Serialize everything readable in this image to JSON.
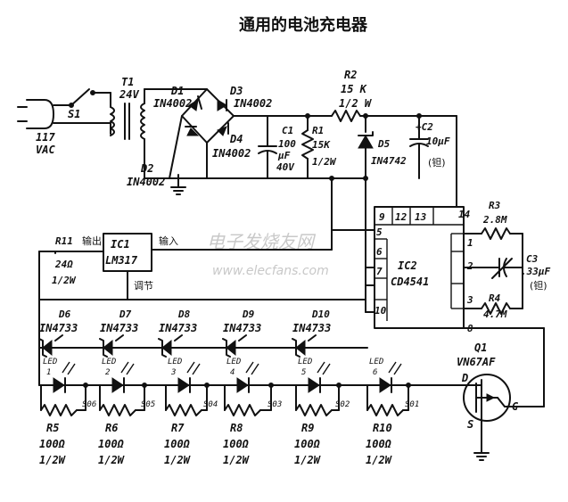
{
  "title": "通用的电池充电器",
  "watermark": {
    "cn": "电子发烧友网",
    "url": "www.elecfans.com"
  },
  "input": {
    "line1": "117",
    "line2": "VAC",
    "switch": "S1"
  },
  "transformer": {
    "name": "T1",
    "value": "24V"
  },
  "bridge": {
    "d1": "D1",
    "d1v": "IN4002",
    "d2": "D2",
    "d2v": "IN4002",
    "d3": "D3",
    "d3v": "IN4002",
    "d4": "D4",
    "d4v": "IN4002"
  },
  "c1": {
    "name": "C1",
    "v1": "100",
    "v2": "μF",
    "v3": "40V"
  },
  "r1": {
    "name": "R1",
    "v1": "15K",
    "v2": "1/2W"
  },
  "r2": {
    "name": "R2",
    "v1": "15 K",
    "v2": "1/2 W"
  },
  "d5": {
    "name": "D5",
    "value": "IN4742"
  },
  "c2": {
    "name": "+C2",
    "value": "10μF",
    "note": "(钽)"
  },
  "ic1": {
    "name": "IC1",
    "part": "LM317",
    "out": "输出",
    "in": "输入",
    "adj": "调节"
  },
  "r11": {
    "name": "R11",
    "v1": "24Ω",
    "v2": "1/2W"
  },
  "ic2": {
    "name": "IC2",
    "part": "CD4541",
    "pins_top": [
      "9",
      "12",
      "13",
      "14"
    ],
    "pins_left": [
      "5",
      "6",
      "7",
      "10"
    ],
    "pins_right": [
      "1",
      "2",
      "3"
    ],
    "pin_bottom": "8"
  },
  "r3": {
    "name": "R3",
    "value": "2.8M"
  },
  "r4": {
    "name": "R4",
    "value": "4.7M"
  },
  "c3": {
    "name": "C3",
    "value": ".33μF",
    "note": "(钽)"
  },
  "zeners": [
    {
      "name": "D6",
      "value": "IN4733"
    },
    {
      "name": "D7",
      "value": "IN4733"
    },
    {
      "name": "D8",
      "value": "IN4733"
    },
    {
      "name": "D9",
      "value": "IN4733"
    },
    {
      "name": "D10",
      "value": "IN4733"
    }
  ],
  "leds": [
    {
      "label": "LED",
      "num": "1"
    },
    {
      "label": "LED",
      "num": "2"
    },
    {
      "label": "LED",
      "num": "3"
    },
    {
      "label": "LED",
      "num": "4"
    },
    {
      "label": "LED",
      "num": "5"
    },
    {
      "label": "LED",
      "num": "6"
    }
  ],
  "selectors": [
    "S06",
    "S05",
    "S04",
    "S03",
    "S02",
    "S01"
  ],
  "resistors": [
    {
      "name": "R5",
      "v1": "100Ω",
      "v2": "1/2W"
    },
    {
      "name": "R6",
      "v1": "100Ω",
      "v2": "1/2W"
    },
    {
      "name": "R7",
      "v1": "100Ω",
      "v2": "1/2W"
    },
    {
      "name": "R8",
      "v1": "100Ω",
      "v2": "1/2W"
    },
    {
      "name": "R9",
      "v1": "100Ω",
      "v2": "1/2W"
    },
    {
      "name": "R10",
      "v1": "100Ω",
      "v2": "1/2W"
    }
  ],
  "q1": {
    "name": "Q1",
    "part": "VN67AF",
    "d": "D",
    "g": "G",
    "s": "S"
  }
}
